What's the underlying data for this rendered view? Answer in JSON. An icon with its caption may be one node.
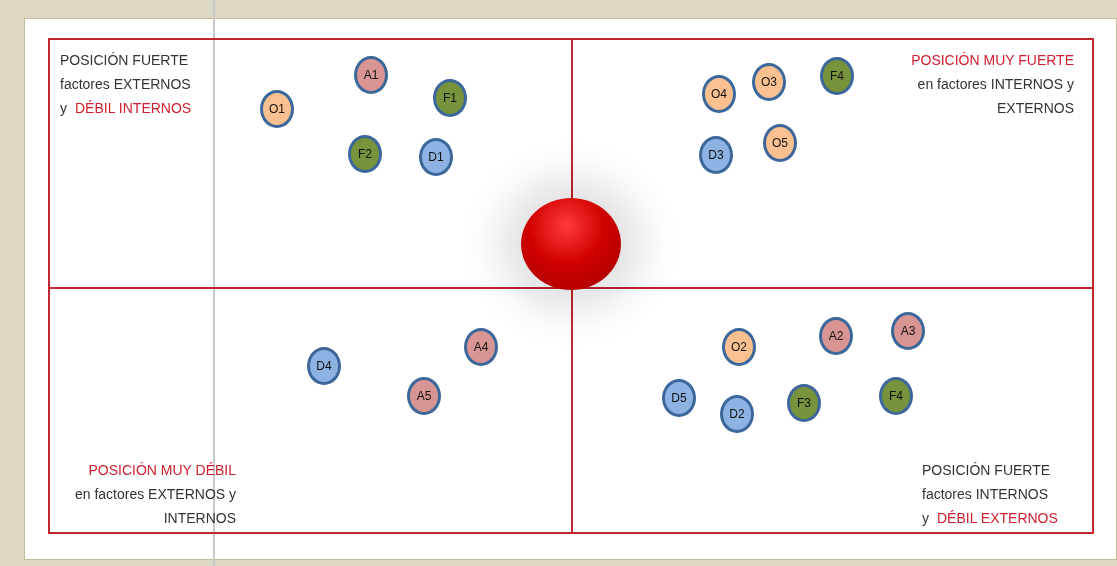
{
  "diagram": {
    "nodes": [
      {
        "text": [
          "POSICIÓN FUERTE factores EXTERNOS",
          "y",
          "DÉBIL INTERNOS"
        ]
      },
      {
        "text": [
          "A1"
        ],
        "in": 0
      },
      {
        "text": [
          "F1"
        ],
        "in": 0
      },
      {
        "text": [
          "O1"
        ],
        "in": 0
      },
      {
        "text": [
          "F2"
        ],
        "in": 0
      },
      {
        "text": [
          "D1"
        ],
        "in": 0
      },
      {
        "text": [
          "POSICIÓN MUY FUERTE",
          "en factores INTERNOS y EXTERNOS"
        ]
      },
      {
        "text": [
          "F4"
        ],
        "in": 6
      },
      {
        "text": [
          "O3"
        ],
        "in": 6
      },
      {
        "text": [
          "O4"
        ],
        "in": 6
      },
      {
        "text": [
          "O5"
        ],
        "in": 6
      },
      {
        "text": [
          "D3"
        ],
        "in": 6
      },
      {
        "text": [
          "POSICIÓN MUY DÉBIL",
          "en factores EXTERNOS y INTERNOS"
        ]
      },
      {
        "text": [
          "A4"
        ],
        "in": 12
      },
      {
        "text": [
          "D4"
        ],
        "in": 12
      },
      {
        "text": [
          "A5"
        ],
        "in": 12
      },
      {
        "text": [
          "POSICIÓN FUERTE factores INTERNOS",
          "y",
          "DÉBIL EXTERNOS"
        ]
      },
      {
        "text": [
          "A3"
        ],
        "in": 16
      },
      {
        "text": [
          "A2"
        ],
        "in": 16
      },
      {
        "text": [
          "O2"
        ],
        "in": 16
      },
      {
        "text": [
          "F4"
        ],
        "in": 16
      },
      {
        "text": [
          "D5"
        ],
        "in": 16
      },
      {
        "text": [
          "F3"
        ],
        "in": 16
      },
      {
        "text": [
          "D2"
        ],
        "in": 16
      },
      {
        "text": [],
        "shape": "circle"
      }
    ]
  }
}
